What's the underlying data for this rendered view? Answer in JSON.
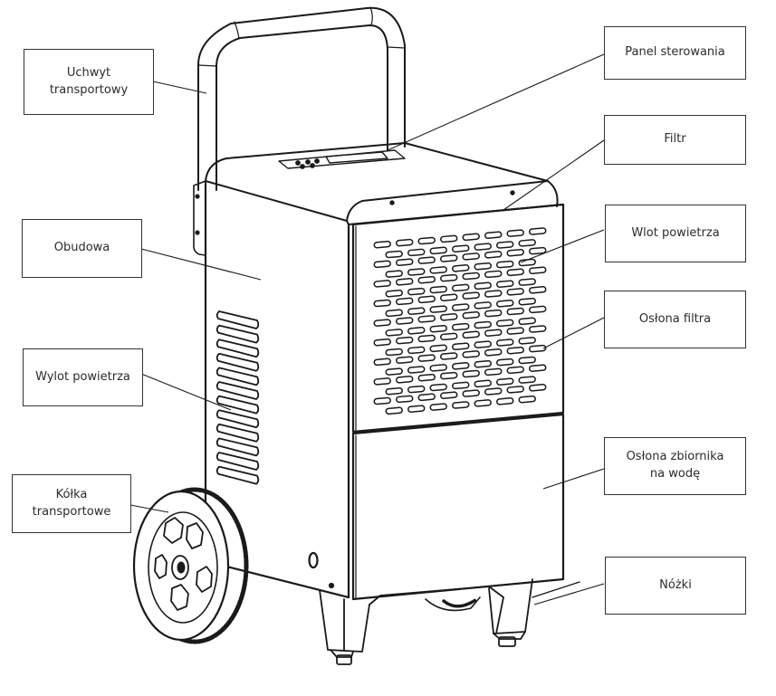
{
  "diagram": {
    "subject": "Portable dehumidifier on transport wheels",
    "line_color": "#1a1a1a",
    "box_border_color": "#333333",
    "labels": {
      "handle": "Uchwyt\ntransportowy",
      "housing": "Obudowa",
      "air_outlet": "Wylot powietrza",
      "wheels": "Kółka\ntransportowe",
      "control_panel": "Panel sterowania",
      "filter": "Filtr",
      "air_inlet": "Wlot powietrza",
      "filter_cover": "Osłona filtra",
      "water_tank_cover": "Osłona zbiornika\nna wodę",
      "feet": "Nóżki"
    }
  }
}
